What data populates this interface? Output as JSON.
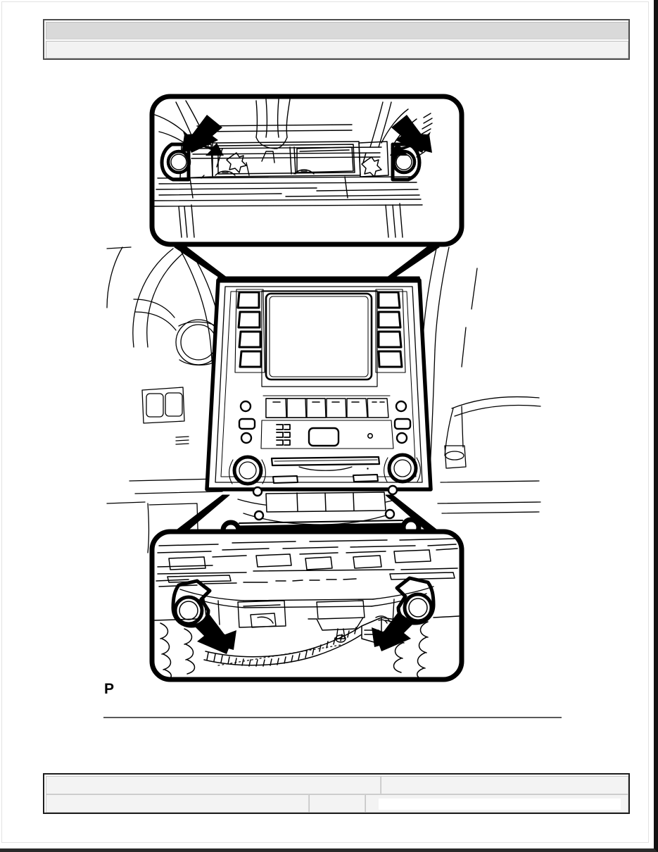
{
  "page": {
    "title": "Service manual illustration page",
    "background_color": "#ffffff",
    "border_color": "#111111"
  },
  "header": {
    "rows": [
      {
        "cells": [
          {
            "text": "",
            "fill": "#d9d9d9"
          }
        ]
      },
      {
        "cells": [
          {
            "text": "",
            "fill": "#f2f2f2"
          }
        ]
      }
    ]
  },
  "figure": {
    "name": "center-cluster-finish-panel-removal",
    "description": "Line drawing of vehicle instrument panel center cluster with two magnified detail callouts showing bolt locations indicated by solid arrows.",
    "stroke_color": "#000000",
    "fill_color": "#ffffff",
    "callouts": [
      {
        "id": "top-detail",
        "position": "top",
        "arrow_count": 2,
        "arrow_targets": [
          "upper-left-bolt",
          "upper-right-bolt"
        ]
      },
      {
        "id": "bottom-detail",
        "position": "bottom",
        "arrow_count": 2,
        "arrow_targets": [
          "lower-left-bolt",
          "lower-right-bolt"
        ]
      }
    ]
  },
  "caption": {
    "label": "P",
    "rule_color": "#5a5a5a"
  },
  "footer": {
    "rows": [
      {
        "cells": [
          {
            "text": ""
          },
          {
            "text": ""
          }
        ]
      },
      {
        "cells": [
          {
            "text": ""
          },
          {
            "text": ""
          },
          {
            "text": "",
            "has_input": true,
            "input_value": ""
          }
        ]
      }
    ]
  }
}
